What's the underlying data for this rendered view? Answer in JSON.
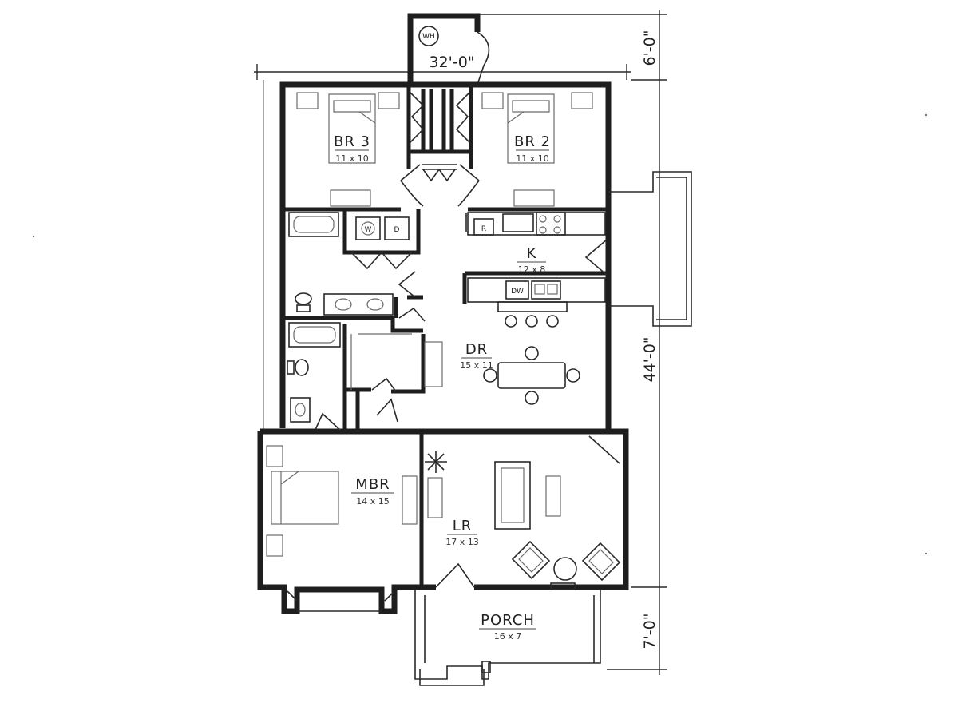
{
  "rooms": {
    "br3": {
      "name": "BR 3",
      "size": "11 x 10"
    },
    "br2": {
      "name": "BR 2",
      "size": "11 x 10"
    },
    "k": {
      "name": "K",
      "size": "12 x 8"
    },
    "dr": {
      "name": "DR",
      "size": "15 x 11"
    },
    "mbr": {
      "name": "MBR",
      "size": "14 x 15"
    },
    "lr": {
      "name": "LR",
      "size": "17 x 13"
    },
    "porch": {
      "name": "PORCH",
      "size": "16 x 7"
    }
  },
  "dimensions": {
    "width": "32'-0\"",
    "top_depth": "6'-0\"",
    "main_depth": "44'-0\"",
    "porch_depth": "7'-0\""
  },
  "fixtures": {
    "water_heater": "WH",
    "washer": "W",
    "dryer": "D",
    "refrigerator": "R",
    "dishwasher": "DW"
  }
}
